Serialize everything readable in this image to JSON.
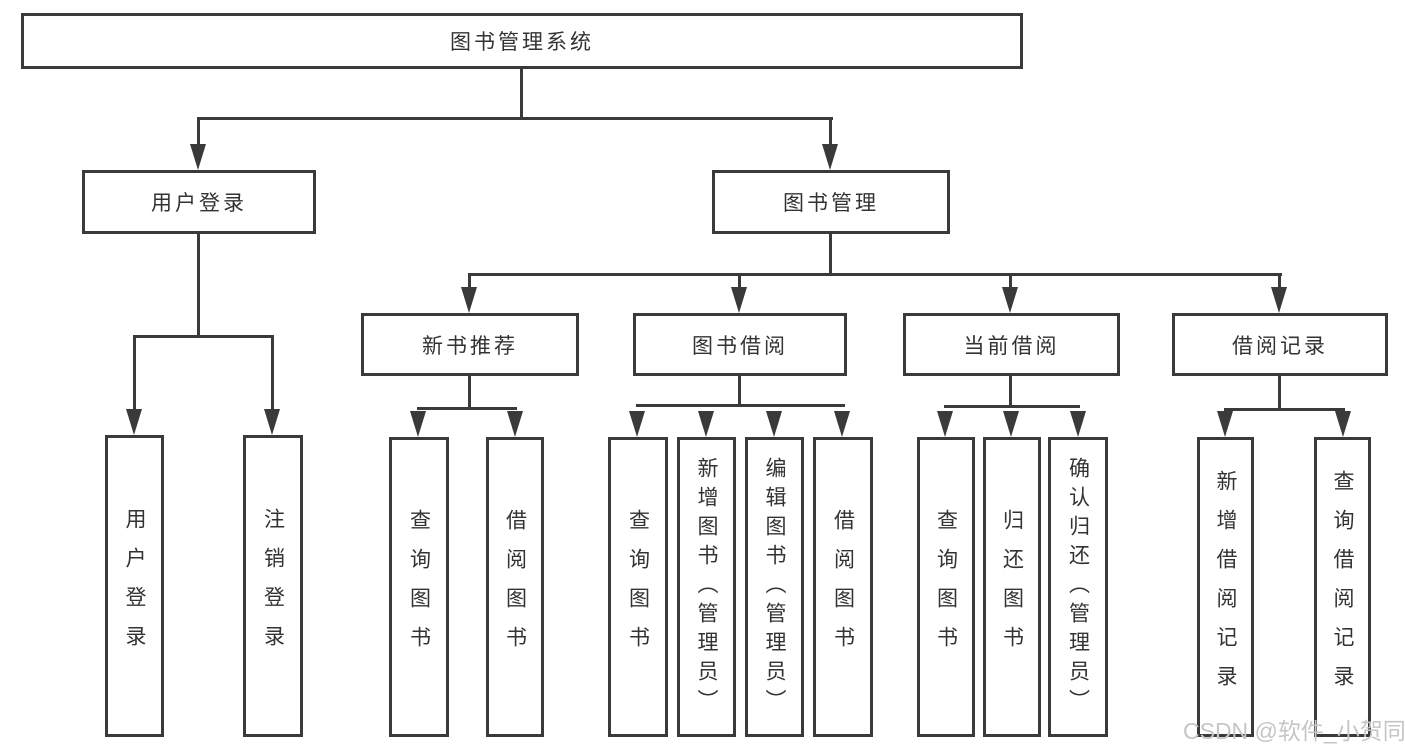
{
  "diagram_title": "图书管理系统",
  "watermark": "CSDN @软件_小贺同学",
  "colors": {
    "background": "#ffffff",
    "line": "#3a3a3a",
    "text": "#333333",
    "watermark": "#c6c6c6"
  },
  "tree": {
    "root": {
      "label": "图书管理系统"
    },
    "level1": [
      {
        "label": "用户登录"
      },
      {
        "label": "图书管理"
      }
    ],
    "level2": [
      {
        "label": "新书推荐"
      },
      {
        "label": "图书借阅"
      },
      {
        "label": "当前借阅"
      },
      {
        "label": "借阅记录"
      }
    ],
    "leaves": {
      "user_login": [
        "用户登录",
        "注销登录"
      ],
      "new_book": [
        "查询图书",
        "借阅图书"
      ],
      "book_borrow": [
        "查询图书",
        "新增图书（管理员）",
        "编辑图书（管理员）",
        "借阅图书"
      ],
      "current_borrow": [
        "查询图书",
        "归还图书",
        "确认归还（管理员）"
      ],
      "borrow_records": [
        "新增借阅记录",
        "查询借阅记录"
      ]
    }
  }
}
